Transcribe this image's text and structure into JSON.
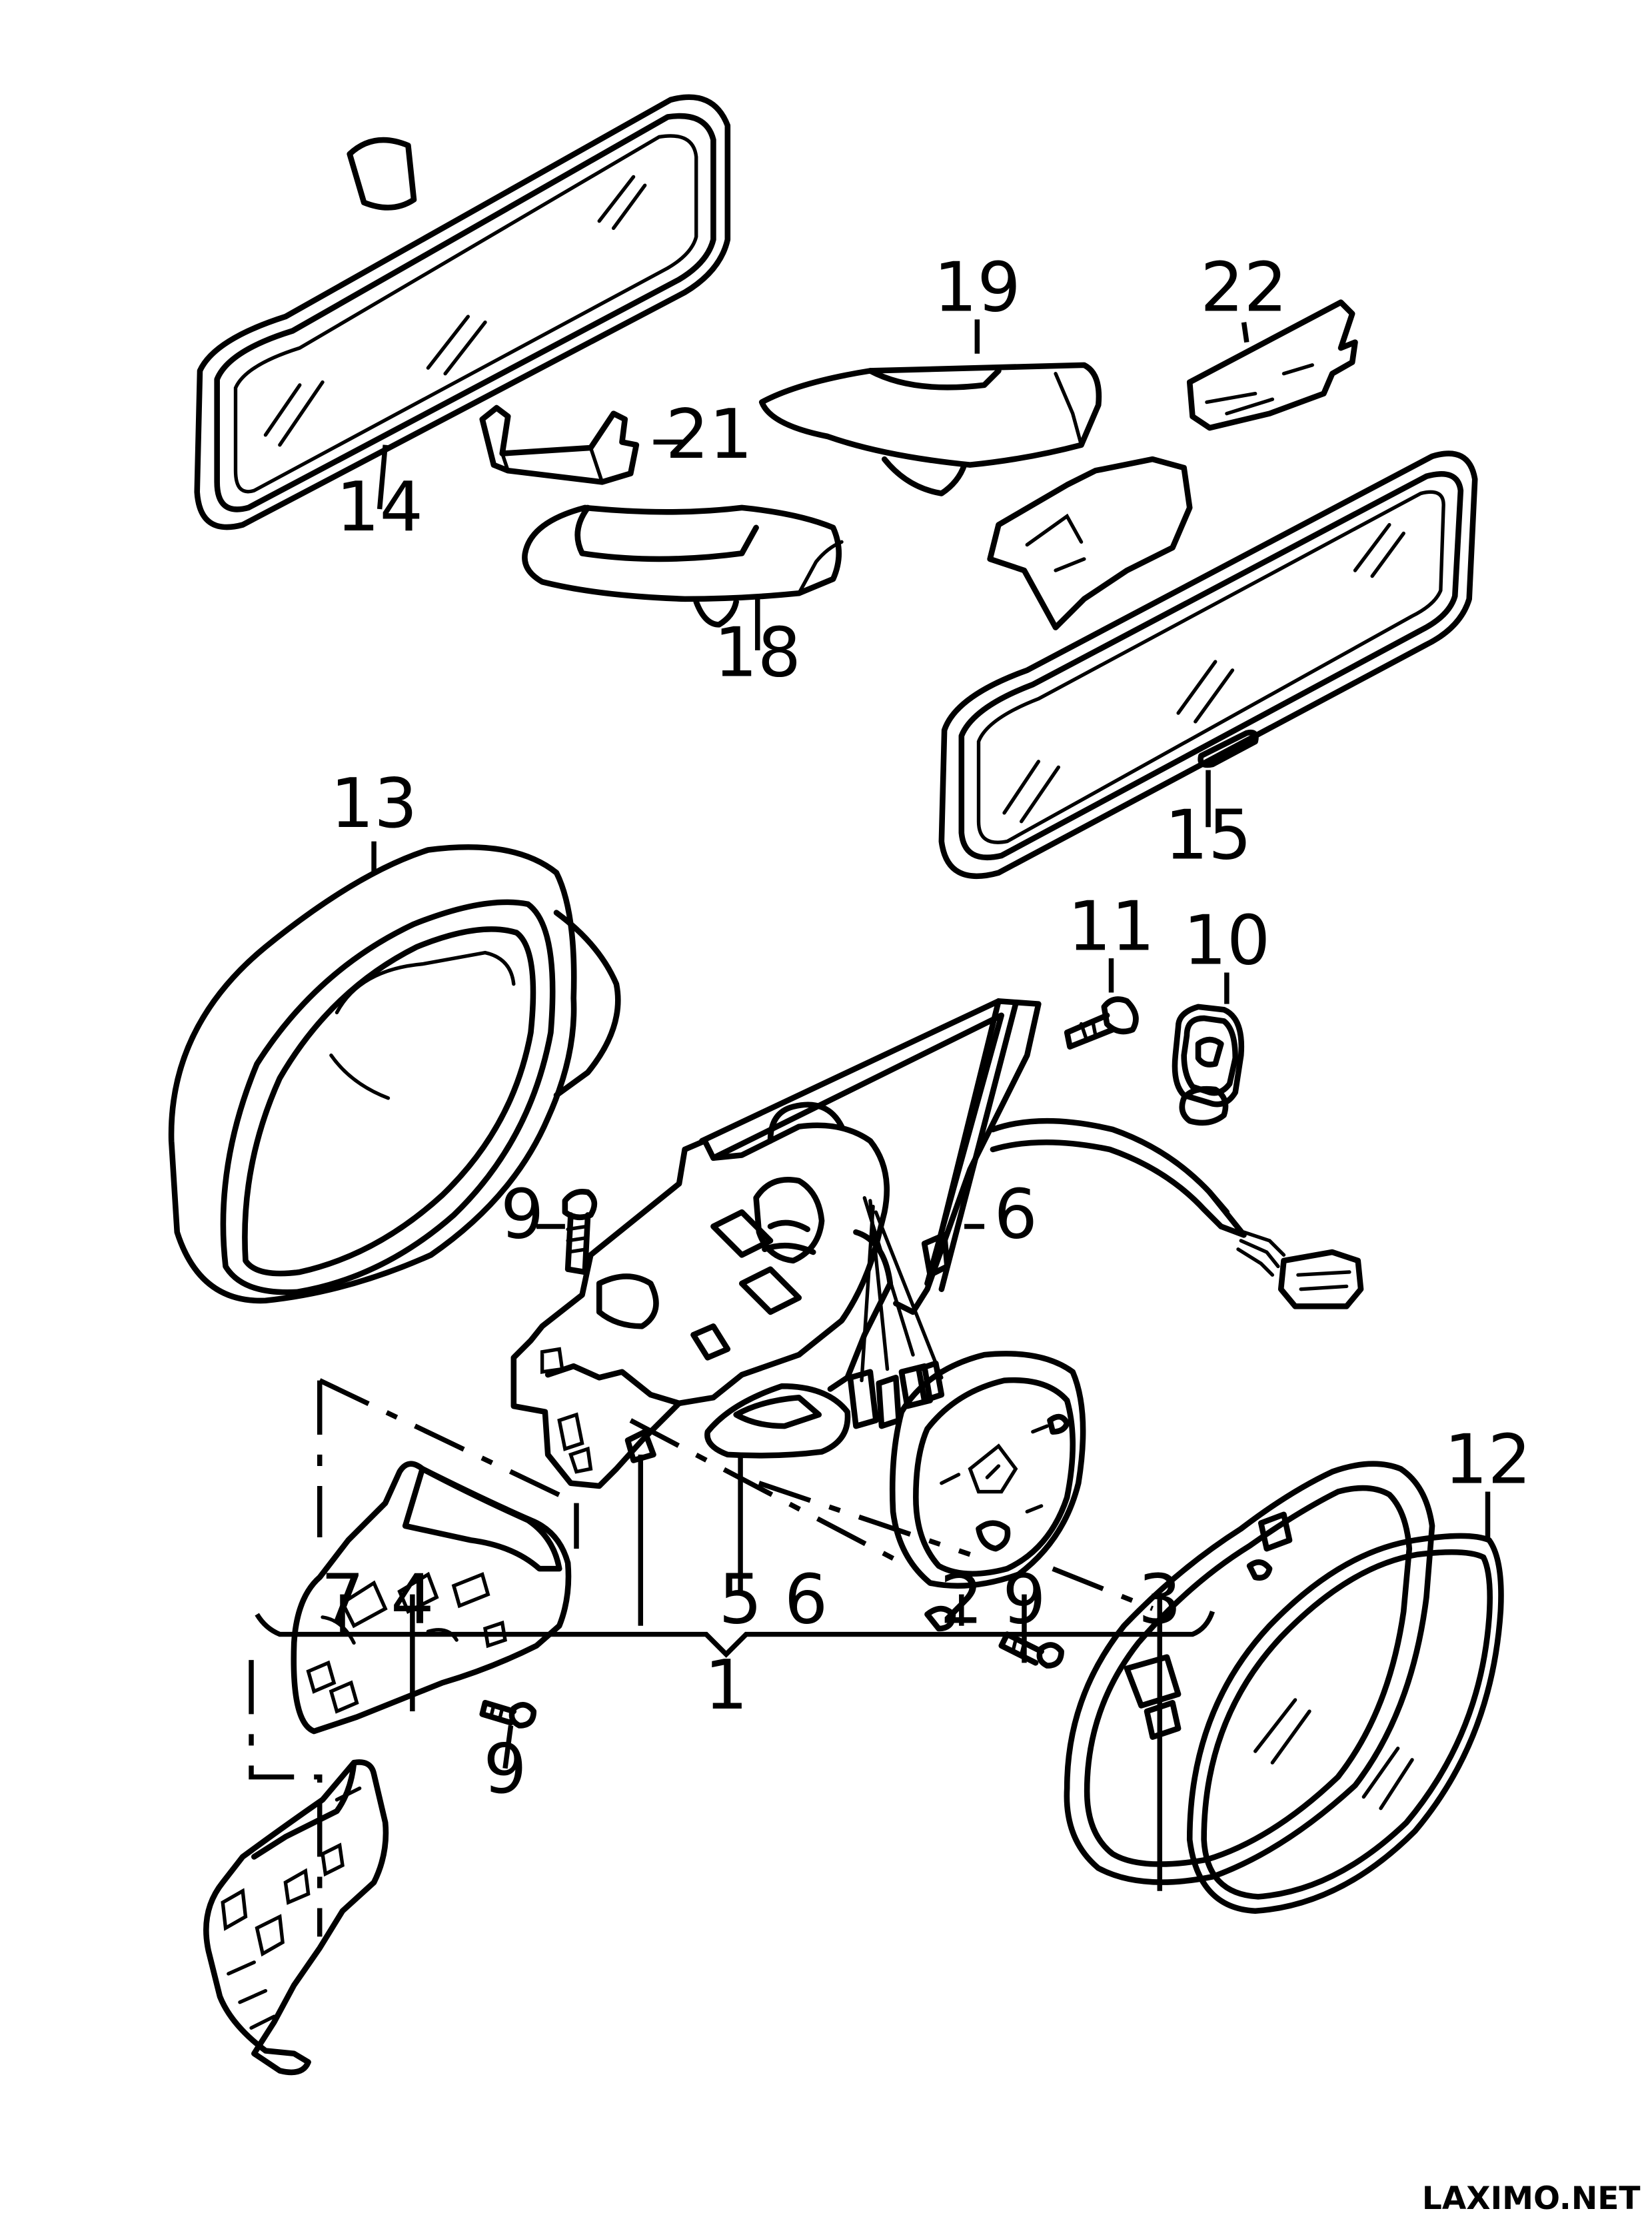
{
  "callouts": {
    "c1": "1",
    "c2": "2",
    "c3": "3",
    "c4": "4",
    "c5": "5",
    "c6a": "6",
    "c6b": "6",
    "c7": "7",
    "c9a": "9",
    "c9b": "9",
    "c9c": "9",
    "c10": "10",
    "c11": "11",
    "c12": "12",
    "c13": "13",
    "c14": "14",
    "c15": "15",
    "c18": "18",
    "c19": "19",
    "c21": "21",
    "c22": "22"
  },
  "watermark": "LAXIMO.NET"
}
